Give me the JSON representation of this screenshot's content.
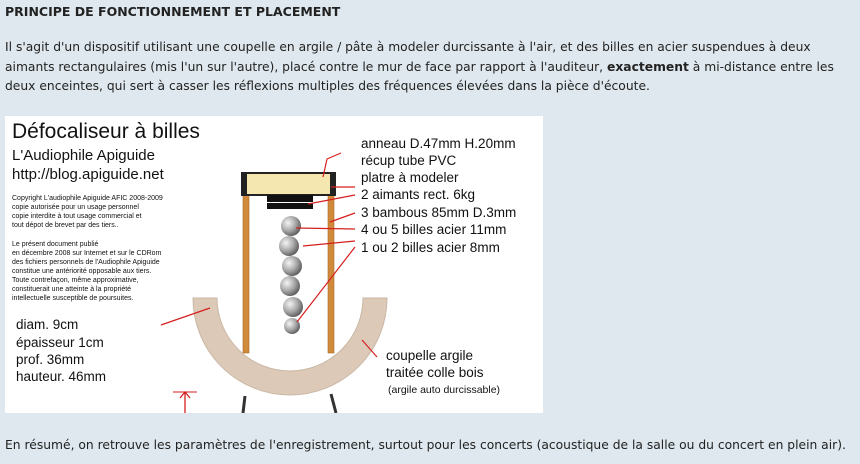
{
  "heading": "PRINCIPE DE FONCTIONNEMENT ET PLACEMENT",
  "intro": {
    "line1": "Il s'agit d'un dispositif utilisant une coupelle en argile / pâte à modeler durcissante à l'air, et des billes en acier suspendues à deux",
    "line2_before": "aimants rectangulaires (mis l'un sur l'autre), placé contre le mur de face par rapport à l'auditeur, ",
    "line2_bold": "exactement",
    "line2_after": " à mi-distance entre les",
    "line3": "deux enceintes, qui sert à casser les réflexions multiples des fréquences élevées dans la pièce d'écoute."
  },
  "figure": {
    "title": "Défocaliseur à billes",
    "subtitle": "L'Audiophile Apiguide",
    "url": "http://blog.apiguide.net",
    "copyright": [
      "Copyright L'audiophile Apiguide AFIC 2008-2009",
      "copie autorisée pour un usage personnel",
      "copie interdite à tout usage commercial et",
      "tout dépot de brevet par des tiers.."
    ],
    "notice": [
      "Le présent document publié",
      "en décembre 2008 sur Internet et  sur le CDRom",
      "des fichiers personnels de l'Audiophile Apiguide",
      "constitue une antériorité opposable aux tiers.",
      "Toute contrefaçon, même approximative,",
      "constituerait  une atteinte à la propriété",
      "intellectuelle susceptible de poursuites."
    ],
    "labels_right": [
      "anneau D.47mm H.20mm",
      "récup tube PVC",
      "platre à modeler",
      "2 aimants rect. 6kg",
      "3 bambous 85mm D.3mm",
      "4 ou 5 billes acier 11mm",
      "1 ou 2 billes acier 8mm"
    ],
    "dims": [
      "diam. 9cm",
      "épaisseur 1cm",
      "prof. 36mm",
      "hauteur. 46mm"
    ],
    "bowl_label": [
      "coupelle argile",
      "traitée colle bois"
    ],
    "bowl_note": "(argile auto durcissable)",
    "colors": {
      "bowl": "#dcc9b8",
      "bamboo": "#d08a3a",
      "plaster": "#f4e7b0",
      "leader": "#d61f1f"
    }
  },
  "conclusion": "En résumé, on retrouve les paramètres de l'enregistrement, surtout pour les concerts (acoustique de la salle ou du concert en plein air)."
}
